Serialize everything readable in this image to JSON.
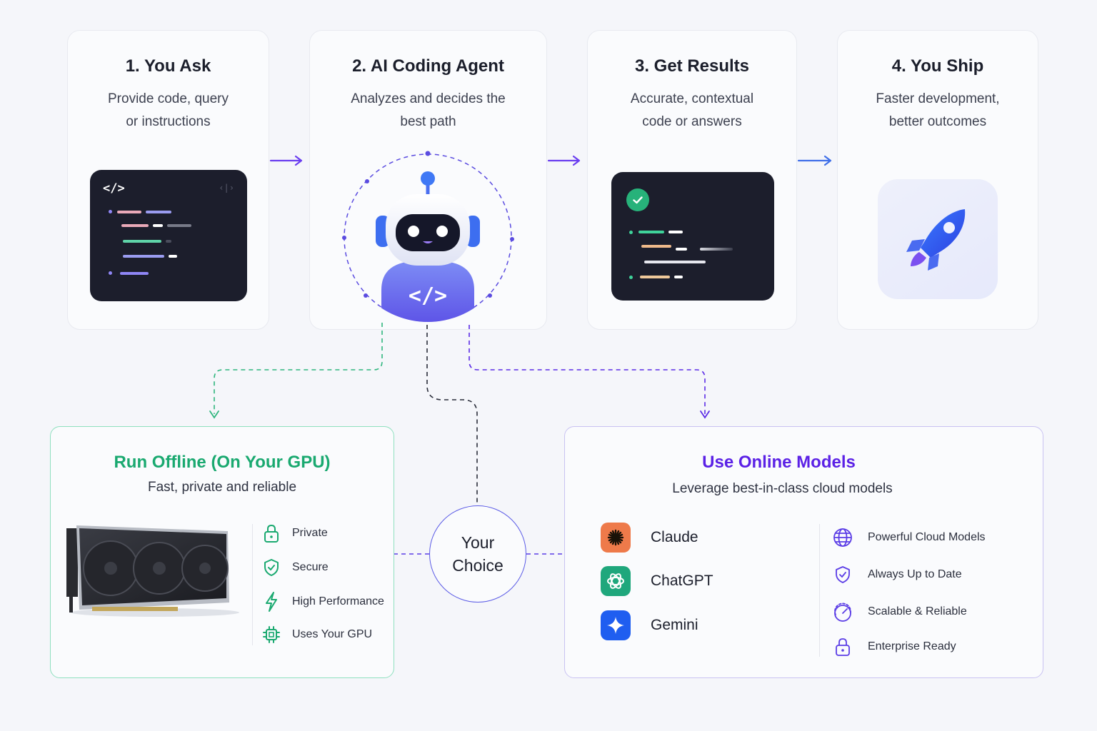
{
  "steps": [
    {
      "title": "1. You Ask",
      "desc": [
        "Provide code, query",
        "or instructions"
      ]
    },
    {
      "title": "2. AI Coding Agent",
      "desc": [
        "Analyzes and decides the",
        "best path"
      ]
    },
    {
      "title": "3. Get Results",
      "desc": [
        "Accurate, contextual",
        "code or answers"
      ]
    },
    {
      "title": "4. You Ship",
      "desc": [
        "Faster development,",
        "better outcomes"
      ]
    }
  ],
  "code_panel": {
    "tag": "</>",
    "tag_faint": "‹|›"
  },
  "offline": {
    "title": "Run Offline (On Your GPU)",
    "subtitle": "Fast, private and reliable",
    "features": [
      "Private",
      "Secure",
      "High Performance",
      "Uses Your GPU"
    ],
    "color": "#1aa970"
  },
  "choice": {
    "line1": "Your",
    "line2": "Choice"
  },
  "online": {
    "title": "Use Online Models",
    "subtitle": "Leverage best-in-class cloud models",
    "models": [
      "Claude",
      "ChatGPT",
      "Gemini"
    ],
    "features": [
      "Powerful Cloud Models",
      "Always Up to Date",
      "Scalable & Reliable",
      "Enterprise Ready"
    ],
    "color": "#5b21e6"
  }
}
